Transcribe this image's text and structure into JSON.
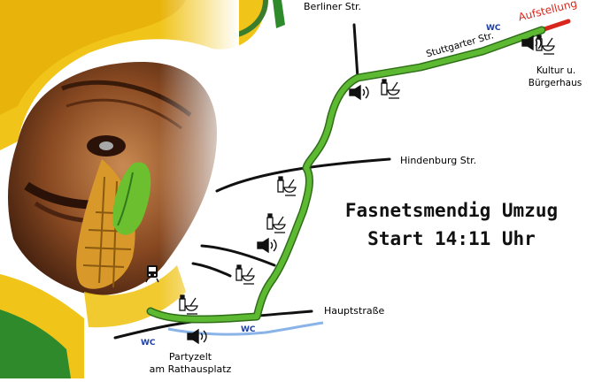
{
  "event": {
    "title": "Fasnetsmendig Umzug",
    "start": "Start 14:11 Uhr"
  },
  "map": {
    "streets": {
      "berliner": "Berliner Str.",
      "stuttgarter": "Stuttgarter Str.",
      "hindenburg": "Hindenburg Str.",
      "haupt": "Hauptstraße"
    },
    "places": {
      "kultur_line1": "Kultur u.",
      "kultur_line2": "Bürgerhaus",
      "partyzelt_line1": "Partyzelt",
      "partyzelt_line2": "am Rathausplatz"
    },
    "start_marker": "Aufstellung",
    "wc_label": "WC"
  },
  "colors": {
    "route": "#5db832",
    "route_outline": "#2f6e18",
    "start_line": "#d9261c",
    "start_text": "#d9261c",
    "street": "#111111",
    "river": "#8ab4e8",
    "wc": "#1d3fa8",
    "mask_yellow": "#f0c419",
    "mask_wood": "#8a4a22",
    "mask_green": "#2f8a2c"
  },
  "icons": [
    "speaker-icon",
    "food-drink-icon",
    "train-icon",
    "wc-sign"
  ]
}
